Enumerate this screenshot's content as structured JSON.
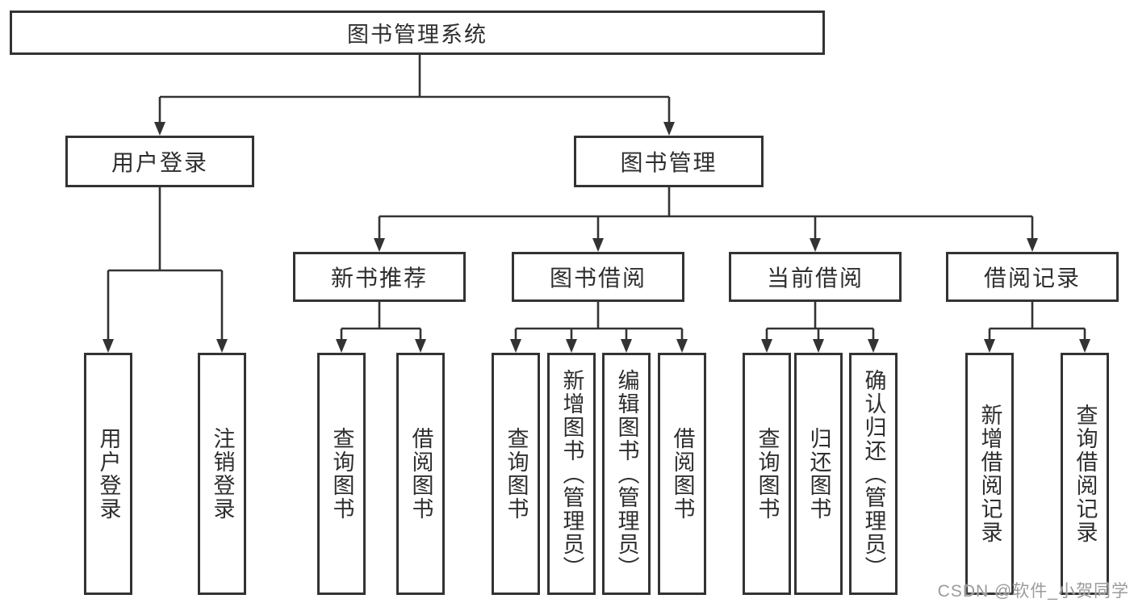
{
  "title": "图书管理系统",
  "watermark": "CSDN @软件_小贺同学",
  "colors": {
    "line": "#333333",
    "text": "#2e2e2e",
    "background": "#ffffff",
    "watermark": "#9b9b9b"
  },
  "tree": {
    "root": {
      "label": "图书管理系统"
    },
    "children": [
      {
        "label": "用户登录",
        "leaves": [
          "用户登录",
          "注销登录"
        ]
      },
      {
        "label": "图书管理",
        "groups": [
          {
            "label": "新书推荐",
            "leaves": [
              "查询图书",
              "借阅图书"
            ]
          },
          {
            "label": "图书借阅",
            "leaves": [
              "查询图书",
              "新增图书（管理员）",
              "编辑图书（管理员）",
              "借阅图书"
            ]
          },
          {
            "label": "当前借阅",
            "leaves": [
              "查询图书",
              "归还图书",
              "确认归还（管理员）"
            ]
          },
          {
            "label": "借阅记录",
            "leaves": [
              "新增借阅记录",
              "查询借阅记录"
            ]
          }
        ]
      }
    ]
  }
}
